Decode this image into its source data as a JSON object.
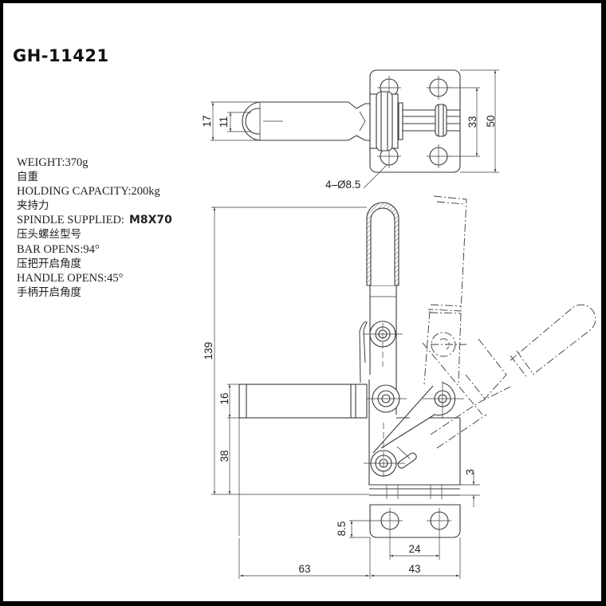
{
  "title": "GH-11421",
  "specs": {
    "weight_label": "WEIGHT:370g",
    "weight_cn": "自重",
    "holding_label": "HOLDING CAPACITY:200kg",
    "holding_cn": "夹持力",
    "spindle_label": "SPINDLE SUPPLIED:",
    "spindle_value": "M8X70",
    "spindle_cn": "压头螺丝型号",
    "bar_label": "BAR OPENS:94°",
    "bar_cn": "压把开启角度",
    "handle_label": "HANDLE OPENS:45°",
    "handle_cn": "手柄开启角度"
  },
  "dimensions": {
    "top_view": {
      "handle_width_outer": "17",
      "handle_width_inner": "11",
      "hole_spec": "4–Ø8.5",
      "hole_spacing_vertical": "33",
      "base_height": "50"
    },
    "side_view": {
      "overall_height": "139",
      "bar_thickness": "16",
      "bar_height": "38",
      "base_offset": "3"
    },
    "bottom_view": {
      "hole_offset": "8.5",
      "hole_spacing": "24",
      "reach": "63",
      "base_width": "43"
    }
  },
  "colors": {
    "line": "#3a3a3a",
    "frame": "#000000",
    "text": "#222222"
  }
}
